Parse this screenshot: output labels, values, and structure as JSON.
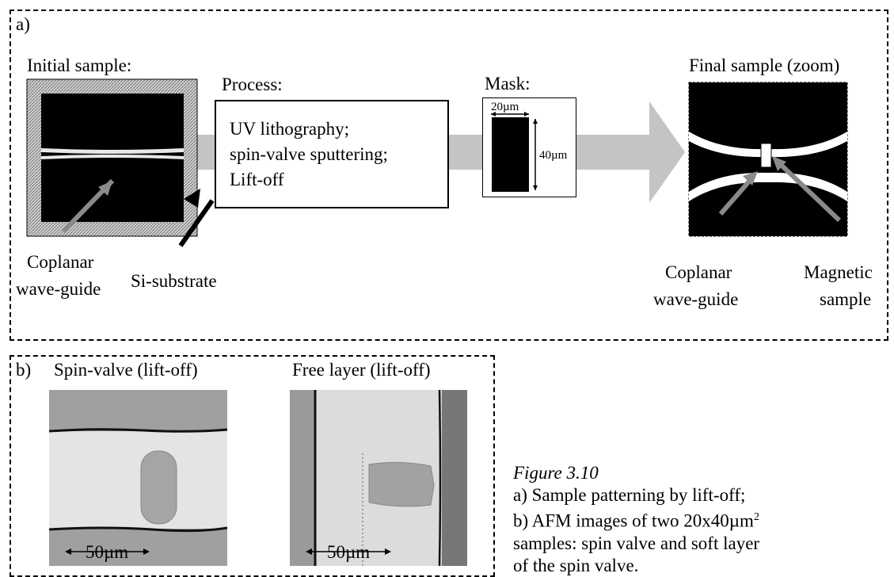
{
  "panel_a": {
    "label": "a)",
    "initial_sample_title": "Initial sample:",
    "process_title": "Process:",
    "process_steps": [
      "UV lithography;",
      "spin-valve sputtering;",
      "Lift-off"
    ],
    "mask_title": "Mask:",
    "mask_width_label": "20µm",
    "mask_height_label": "40µm",
    "final_sample_title": "Final sample (zoom)",
    "label_cpw_left": [
      "Coplanar",
      "wave-guide"
    ],
    "label_substrate": "Si-substrate",
    "label_cpw_right": [
      "Coplanar",
      "wave-guide"
    ],
    "label_magnetic": [
      "Magnetic",
      "sample"
    ]
  },
  "panel_b": {
    "label": "b)",
    "image1_title": "Spin-valve (lift-off)",
    "image2_title": "Free layer (lift-off)",
    "scale_label_1": "50µm",
    "scale_label_2": "50µm"
  },
  "caption": {
    "figure_label": "Figure 3.10",
    "line1": "a) Sample patterning by lift-off;",
    "line2_pre": "b) AFM images of two 20x40µm",
    "line2_sup": "2",
    "line3": "samples: spin valve and soft layer",
    "line4": "of the spin valve."
  }
}
